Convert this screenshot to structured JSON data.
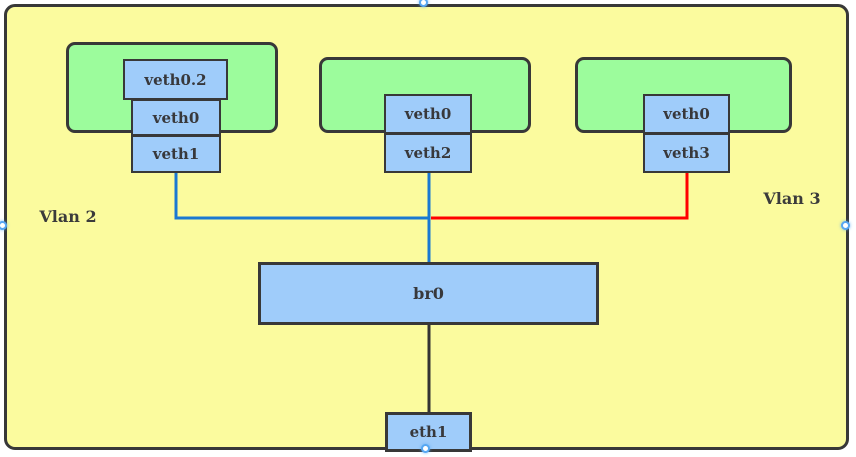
{
  "diagram": {
    "type": "network-topology",
    "vlan2_label": "Vlan 2",
    "vlan3_label": "Vlan 3",
    "namespaces": [
      {
        "sub_interface": "veth0.2",
        "inner": "veth0",
        "host_peer": "veth1"
      },
      {
        "inner": "veth0",
        "host_peer": "veth2"
      },
      {
        "inner": "veth0",
        "host_peer": "veth3"
      }
    ],
    "bridge_label": "br0",
    "uplink_label": "eth1",
    "links": [
      {
        "name": "vlan2-link",
        "from": "veth1",
        "to": "br0",
        "color": "#1a78d2"
      },
      {
        "name": "veth2-bridge-link",
        "from": "veth2",
        "to": "br0",
        "color": "#1a78d2"
      },
      {
        "name": "vlan3-link",
        "from": "veth3",
        "to": "br0",
        "color": "#ff0000"
      },
      {
        "name": "bridge-uplink",
        "from": "br0",
        "to": "eth1",
        "color": "#333333"
      }
    ],
    "colors": {
      "container_fill": "#fbfb9e",
      "namespace_fill": "#9cfc9c",
      "node_fill": "#9fccfa",
      "stroke": "#383838",
      "vlan2_line": "#1a78d2",
      "vlan3_line": "#ff0000",
      "uplink_line": "#333333",
      "handle_ring": "#56a7f2"
    }
  }
}
